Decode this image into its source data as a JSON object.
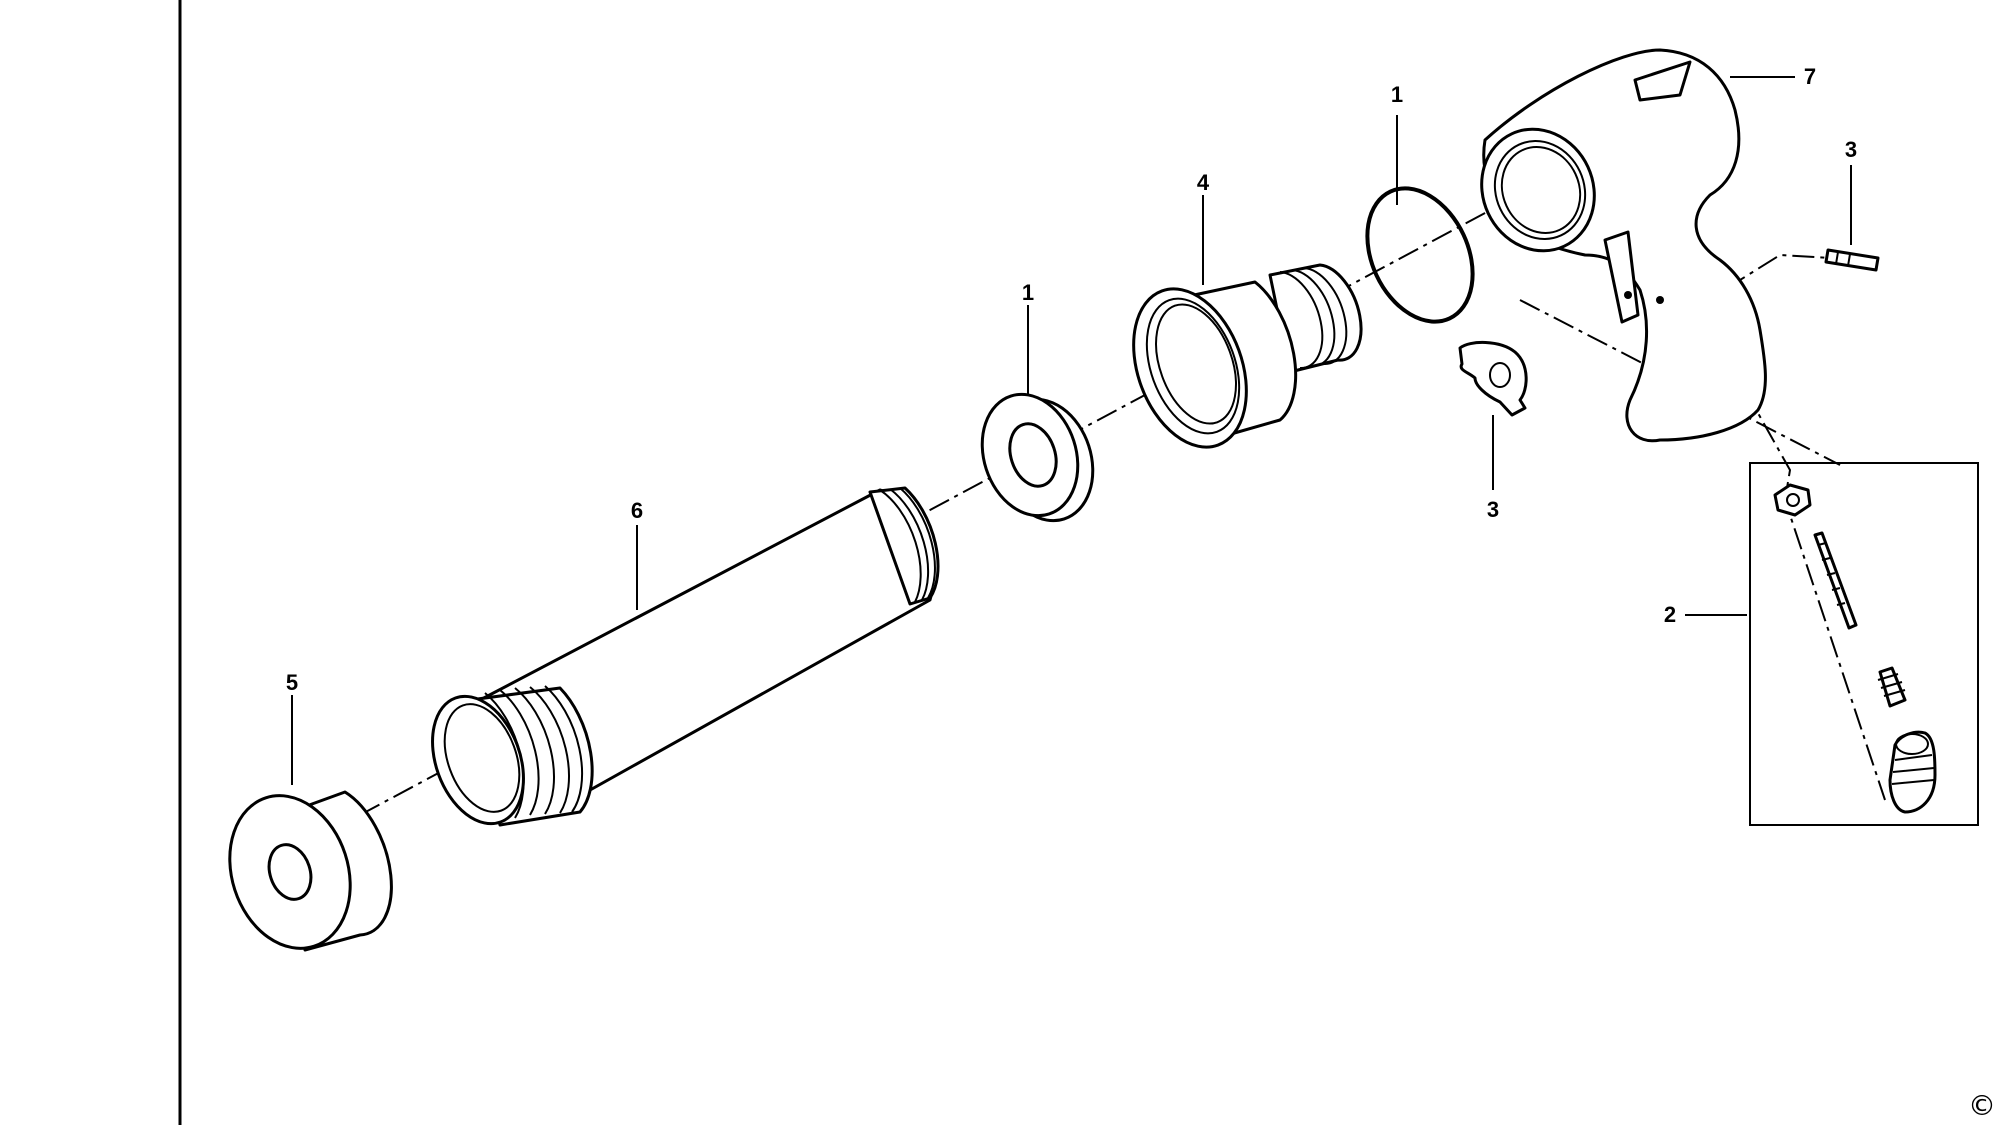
{
  "diagram": {
    "callouts": {
      "c1a": "1",
      "c1b": "1",
      "c2": "2",
      "c3a": "3",
      "c3b": "3",
      "c4": "4",
      "c5": "5",
      "c6": "6",
      "c7": "7"
    },
    "copyright": "©"
  },
  "colors": {
    "ink": "#000000",
    "paper": "#ffffff"
  }
}
